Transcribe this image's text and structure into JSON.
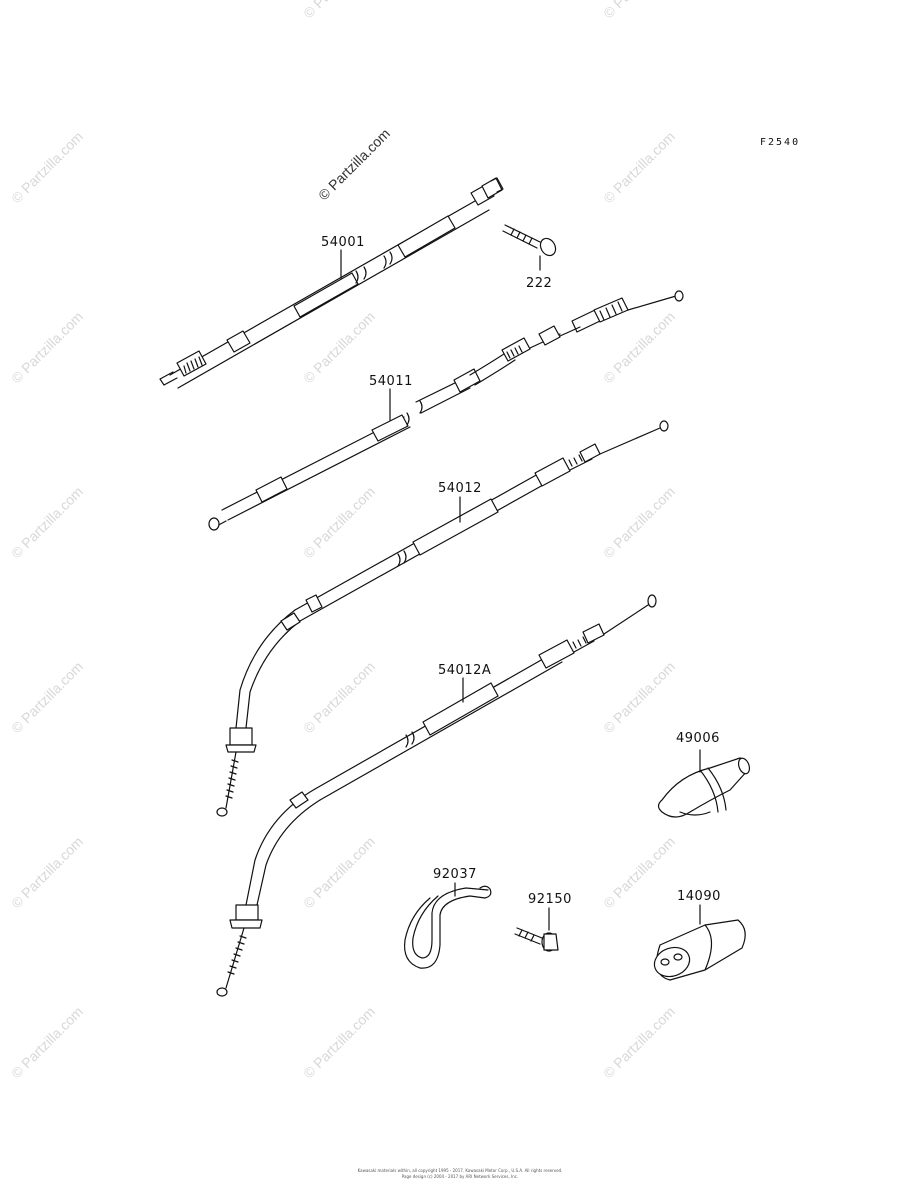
{
  "figure_code": "F2540",
  "watermark": "© Partzilla.com",
  "labels": {
    "p54001": "54001",
    "p222": "222",
    "p54011": "54011",
    "p54012": "54012",
    "p54012a": "54012A",
    "p49006": "49006",
    "p92037": "92037",
    "p92150": "92150",
    "p14090": "14090"
  },
  "footer": {
    "line1": "Kawasaki materials within, all copyright 1995 - 2017. Kawasaki Motor Corp., U.S.A. All rights reserved.",
    "line2": "Page design (c) 2004 - 2017 by ARI Network Services, Inc."
  }
}
